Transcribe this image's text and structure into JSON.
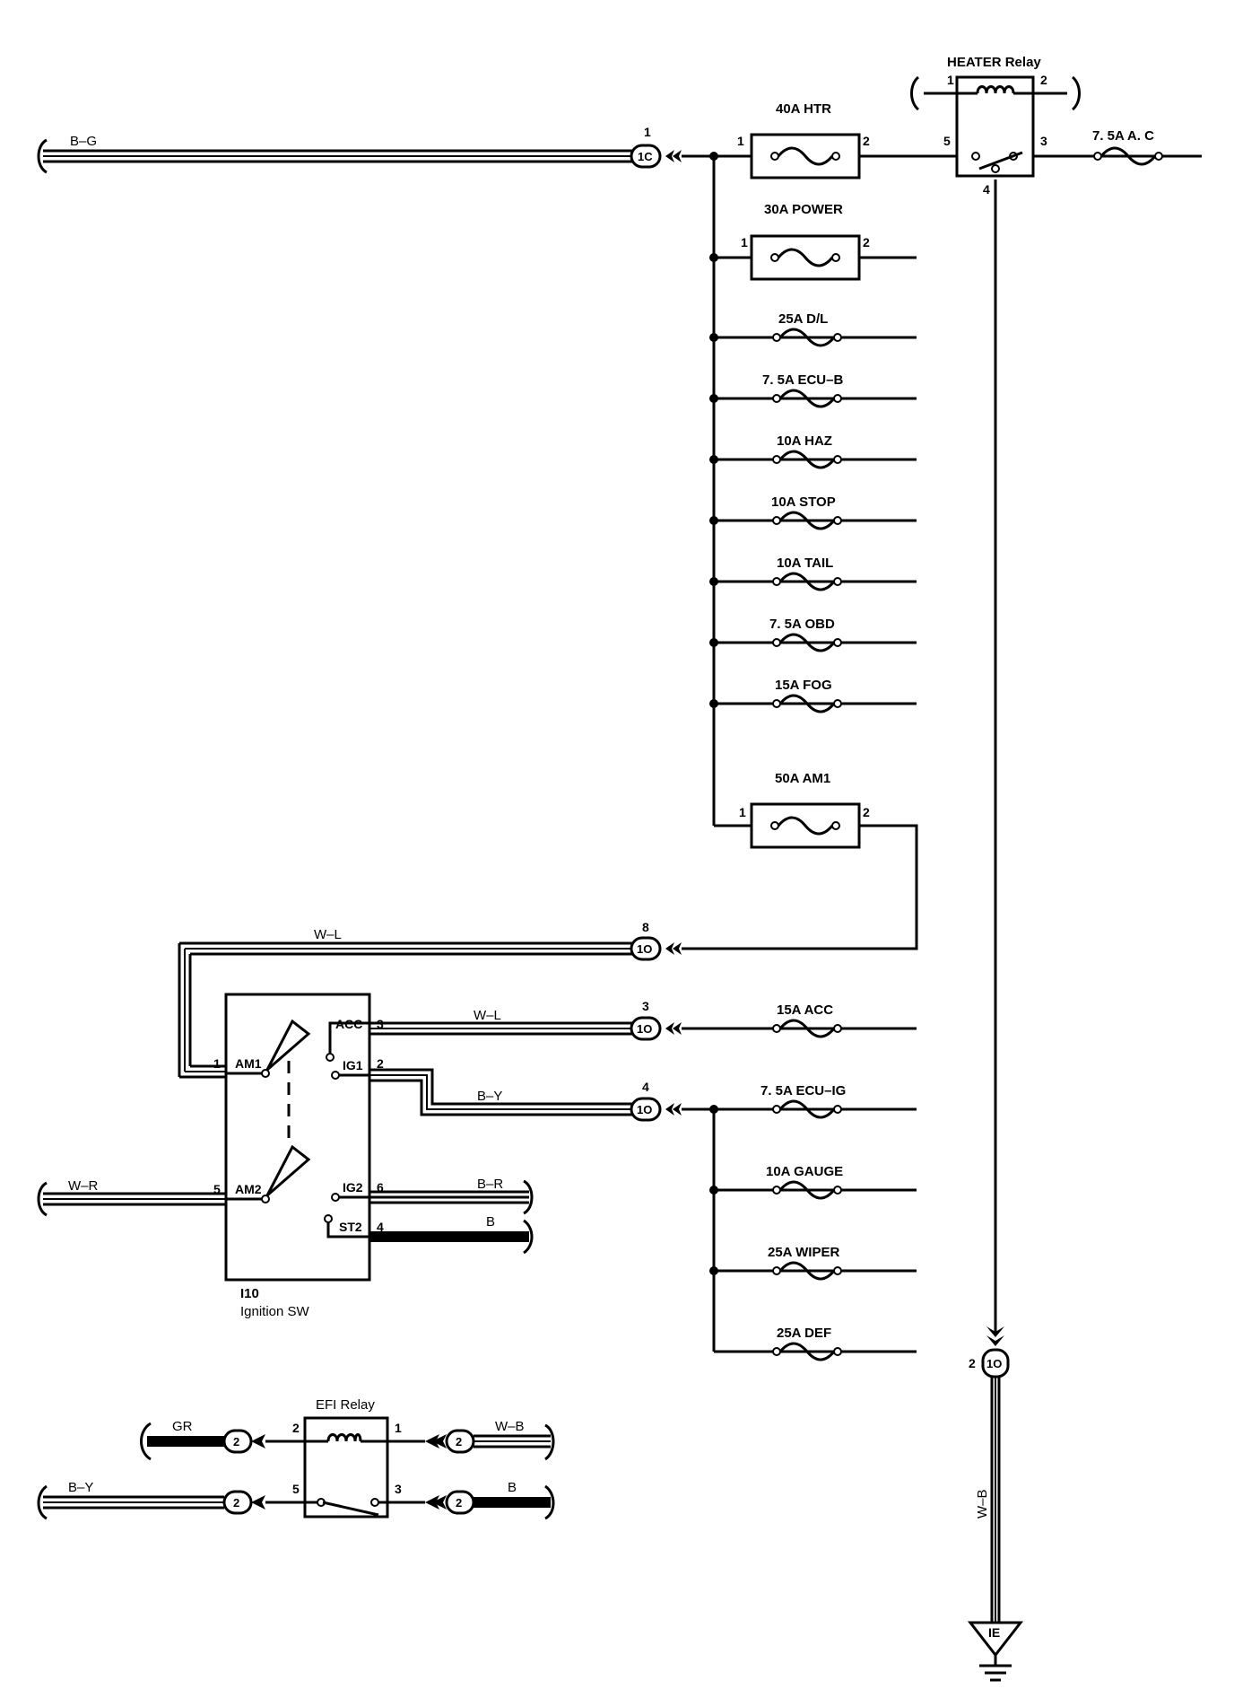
{
  "heater_relay": {
    "name": "HEATER Relay",
    "pin1": "1",
    "pin2": "2",
    "pin3": "3",
    "pin4": "4",
    "pin5": "5"
  },
  "acc_fuse": "7. 5A A. C",
  "input_wire": {
    "color": "B–G",
    "pin": "1",
    "connector": "1C"
  },
  "fuses": [
    {
      "label": "40A HTR",
      "type": "box",
      "pin_in": "1",
      "pin_out": "2"
    },
    {
      "label": "30A POWER",
      "type": "box",
      "pin_in": "1",
      "pin_out": "2"
    },
    {
      "label": "25A D/L",
      "type": "fuse"
    },
    {
      "label": "7. 5A ECU–B",
      "type": "fuse"
    },
    {
      "label": "10A HAZ",
      "type": "fuse"
    },
    {
      "label": "10A STOP",
      "type": "fuse"
    },
    {
      "label": "10A TAIL",
      "type": "fuse"
    },
    {
      "label": "7. 5A OBD",
      "type": "fuse"
    },
    {
      "label": "15A FOG",
      "type": "fuse"
    },
    {
      "label": "50A AM1",
      "type": "box",
      "pin_in": "1",
      "pin_out": "2"
    }
  ],
  "am1_feed": {
    "wire": "W–L",
    "pin": "8",
    "connector": "1O"
  },
  "ignition_switch": {
    "id": "I10",
    "name": "Ignition SW",
    "terminals": {
      "am1": "AM1",
      "am2": "AM2",
      "acc": "ACC",
      "ig1": "IG1",
      "ig2": "IG2",
      "st2": "ST2"
    },
    "pins": {
      "am1": "1",
      "am2": "5",
      "acc": "3",
      "ig1": "2",
      "ig2": "6",
      "st2": "4"
    }
  },
  "acc_circuit": {
    "wire": "W–L",
    "pin": "3",
    "connector": "1O",
    "fuse": "15A ACC"
  },
  "ig1_circuit": {
    "wire": "B–Y",
    "pin": "4",
    "connector": "1O",
    "fuses": [
      "7. 5A ECU–IG",
      "10A GAUGE",
      "25A WIPER",
      "25A DEF"
    ]
  },
  "am2_input": {
    "wire": "W–R"
  },
  "ig2_output": {
    "wire": "B–R"
  },
  "st2_output": {
    "wire": "B"
  },
  "ground": {
    "pin": "2",
    "connector": "1O",
    "wire": "W–B",
    "point": "IE"
  },
  "efi_relay": {
    "name": "EFI Relay",
    "pin1": "1",
    "pin2": "2",
    "pin3": "3",
    "pin5": "5",
    "wires": {
      "pin2": "GR",
      "pin1": "W–B",
      "pin5": "B–Y",
      "pin3": "B"
    },
    "connector": "2"
  }
}
